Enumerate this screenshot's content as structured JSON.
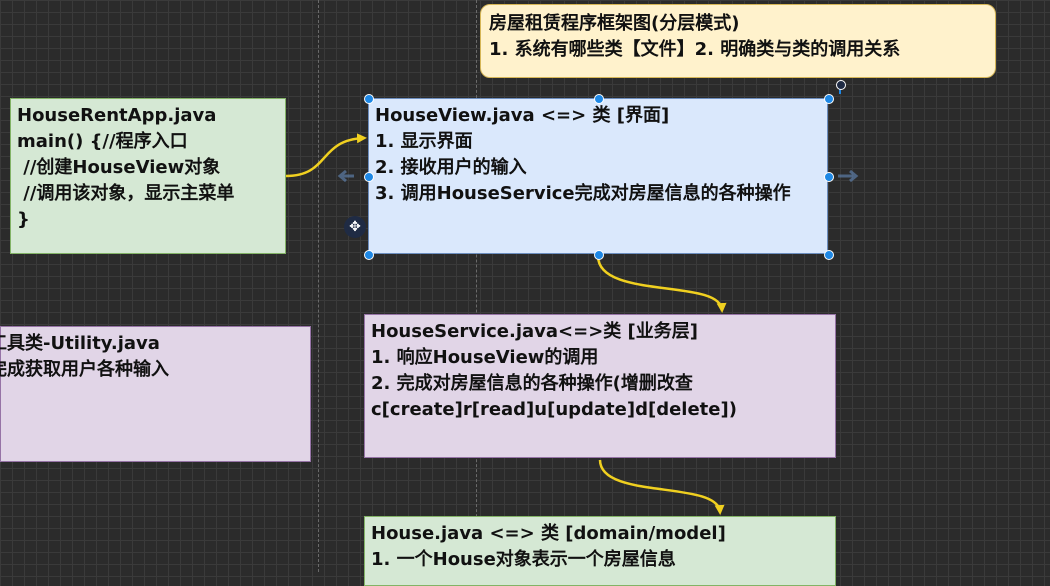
{
  "title_box": {
    "lines": [
      "房屋租赁程序框架图(分层模式)",
      "1. 系统有哪些类【文件】2. 明确类与类的调用关系"
    ]
  },
  "app_box": {
    "lines": [
      "HouseRentApp.java",
      "main() {//程序入口",
      " //创建HouseView对象",
      " //调用该对象，显示主菜单",
      "}"
    ]
  },
  "view_box": {
    "lines": [
      "HouseView.java <=> 类 [界面]",
      "1. 显示界面",
      "2. 接收用户的输入",
      "3. 调用HouseService完成对房屋信息的各种操作"
    ]
  },
  "util_box": {
    "lines": [
      "工具类-Utility.java",
      "完成获取用户各种输入"
    ]
  },
  "service_box": {
    "lines": [
      "HouseService.java<=>类 [业务层]",
      "1. 响应HouseView的调用",
      "2. 完成对房屋信息的各种操作(增删改查",
      "c[create]r[read]u[update]d[delete])"
    ]
  },
  "house_box": {
    "lines": [
      "House.java <=> 类 [domain/model]",
      "1. 一个House对象表示一个房屋信息"
    ]
  },
  "colors": {
    "arrow": "#f0d020",
    "selection": "#1e88e5"
  },
  "icons": [
    "move-icon"
  ]
}
